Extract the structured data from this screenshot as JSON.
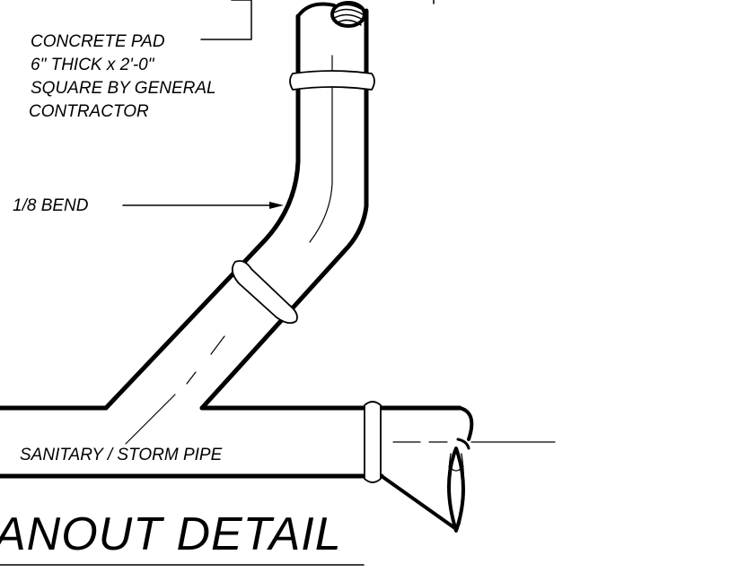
{
  "labels": {
    "pad_line1": "CONCRETE PAD",
    "pad_line2": "6\" THICK x 2'-0\"",
    "pad_line3": "SQUARE BY GENERAL",
    "pad_line4": "CONTRACTOR",
    "bend": "1/8 BEND",
    "pipe": "SANITARY / STORM PIPE"
  },
  "title": "ANOUT DETAIL"
}
